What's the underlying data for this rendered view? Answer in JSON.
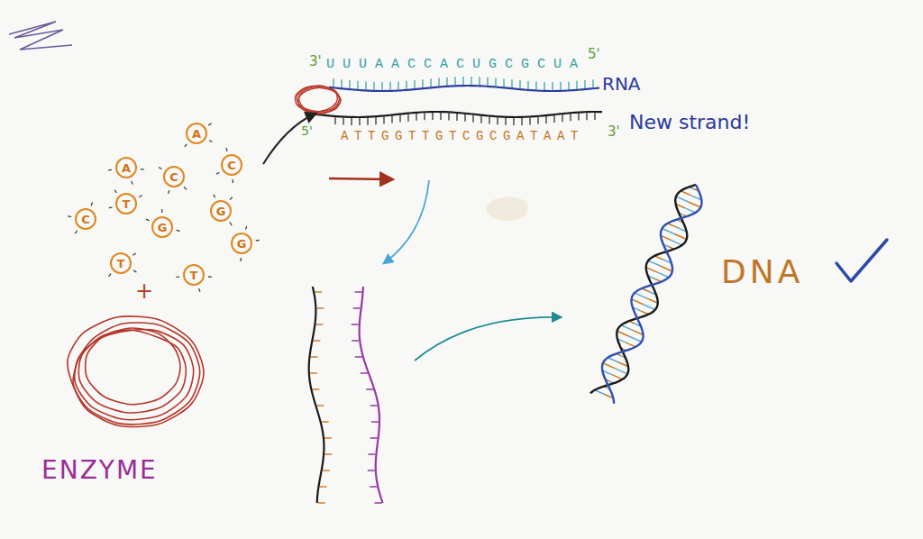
{
  "diagram": {
    "nodes": [
      {
        "text": [
          "A"
        ]
      },
      {
        "text": [
          "A"
        ]
      },
      {
        "text": [
          "C"
        ]
      },
      {
        "text": [
          "C"
        ]
      },
      {
        "text": [
          "C"
        ]
      },
      {
        "text": [
          "T"
        ]
      },
      {
        "text": [
          "G"
        ]
      },
      {
        "text": [
          "G"
        ]
      },
      {
        "text": [
          "G"
        ]
      },
      {
        "text": [
          "T"
        ]
      },
      {
        "text": [
          "T"
        ]
      },
      {
        "text": [
          "ENZYME"
        ]
      }
    ],
    "labels": [
      "3'",
      "UUUAACCACUGCGCUA",
      "5'",
      "RNA",
      "5'",
      "ATTGGTTGTCGCGATAAT",
      "3'",
      "New strand!",
      "+",
      "DNA"
    ]
  }
}
